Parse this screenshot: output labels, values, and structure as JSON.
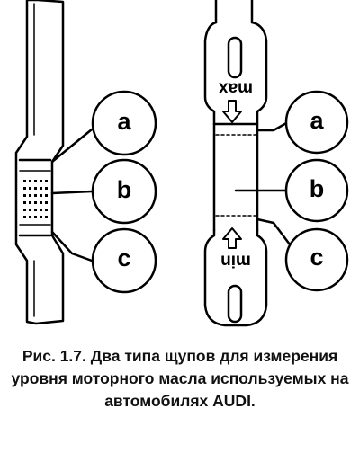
{
  "figure": {
    "left_dipstick": {
      "callouts": [
        "a",
        "b",
        "c"
      ]
    },
    "right_dipstick": {
      "max_label": "max",
      "min_label": "min",
      "callouts": [
        "a",
        "b",
        "c"
      ]
    }
  },
  "caption": {
    "text": "Рис. 1.7. Два типа щупов для измерения уровня моторного масла используемых на автомобилях AUDI."
  }
}
